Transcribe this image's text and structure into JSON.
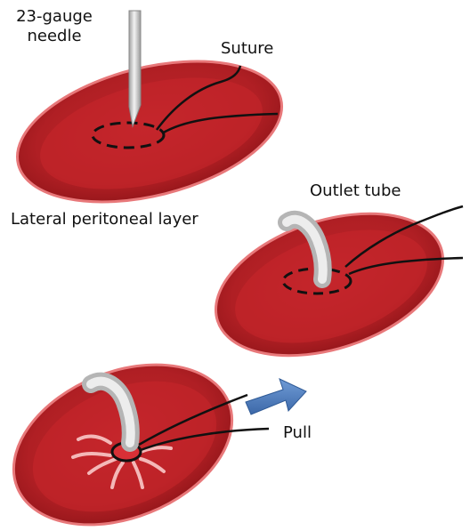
{
  "labels": {
    "needle_line1": "23-gauge",
    "needle_line2": "needle",
    "suture": "Suture",
    "lateral": "Lateral peritoneal layer",
    "outlet": "Outlet tube",
    "pull": "Pull"
  },
  "colors": {
    "tissue_fill": "#c8262b",
    "tissue_edge": "#8e1418",
    "tissue_rim": "#e8787a",
    "tube": "#c9c9c9",
    "arrow": "#4f81bd",
    "line": "#111111"
  },
  "panels": [
    {
      "stage": "needle insertion"
    },
    {
      "stage": "tube placement"
    },
    {
      "stage": "pull"
    }
  ]
}
